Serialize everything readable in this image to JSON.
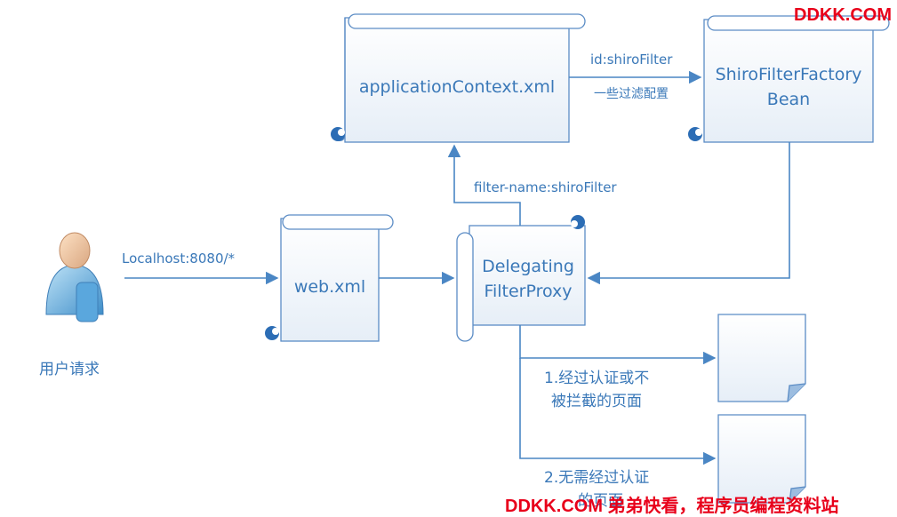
{
  "nodes": {
    "app_context": "applicationContext.xml",
    "shiro_factory_line1": "ShiroFilterFactory",
    "shiro_factory_line2": "Bean",
    "web_xml": "web.xml",
    "delegating_line1": "Delegating",
    "delegating_line2": "FilterProxy",
    "user": "用户请求"
  },
  "edges": {
    "id_shiro": "id:shiroFilter",
    "filter_config": "一些过滤配置",
    "filter_name": "filter-name:shiroFilter",
    "localhost": "Localhost:8080/*",
    "auth1_line1": "1.经过认证或不",
    "auth1_line2": "被拦截的页面",
    "auth2_line1": "2.无需经过认证",
    "auth2_line2": "的页面"
  },
  "watermarks": {
    "top": "DDKK.COM",
    "bottom": "DDKK.COM 弟弟快看，程序员编程资料站"
  }
}
